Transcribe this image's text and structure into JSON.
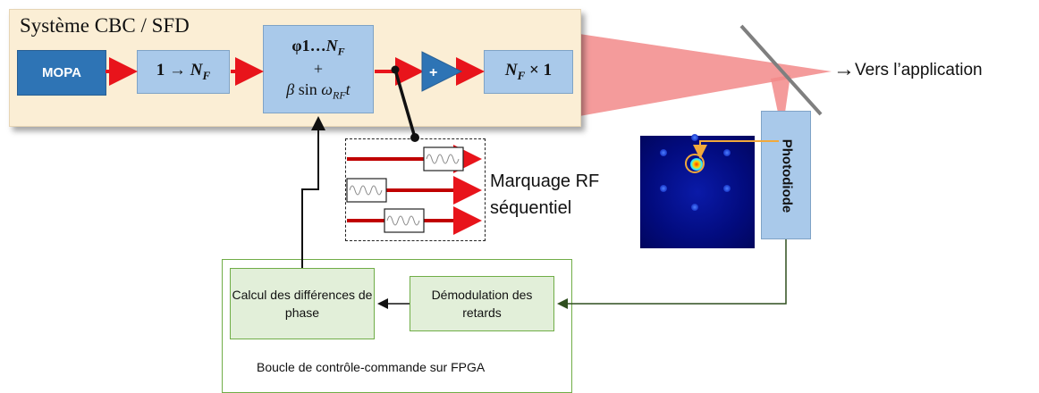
{
  "system": {
    "title": "Système CBC / SFD"
  },
  "blocks": {
    "mopa": "MOPA",
    "splitter": "1 → N_F",
    "phase_line1": "φ1…N_F",
    "phase_plus": "+",
    "phase_line3": "β sin ω_RF t",
    "amplifier": "+",
    "combiner": "N_F × 1"
  },
  "output": {
    "arrow": "→",
    "label": "Vers l’application"
  },
  "photodiode": {
    "label": "Photodiode"
  },
  "marquage": {
    "line1": "Marquage RF",
    "line2": "séquentiel"
  },
  "control_loop": {
    "calc": "Calcul des différences de phase",
    "demod": "Démodulation des retards",
    "label": "Boucle de contrôle-commande sur FPGA"
  },
  "colors": {
    "mopa": "#2e74b5",
    "block": "#a9c9ea",
    "panel": "#fbeed5",
    "beam_arrow": "#e8141b",
    "laser_beam": "#f28a8a",
    "fpga_border": "#70ad47",
    "green_block": "#e2efd9",
    "feedback_arrow": "#f2a93b",
    "amplifier": "#2e74b5",
    "camera": "#020b7e"
  }
}
